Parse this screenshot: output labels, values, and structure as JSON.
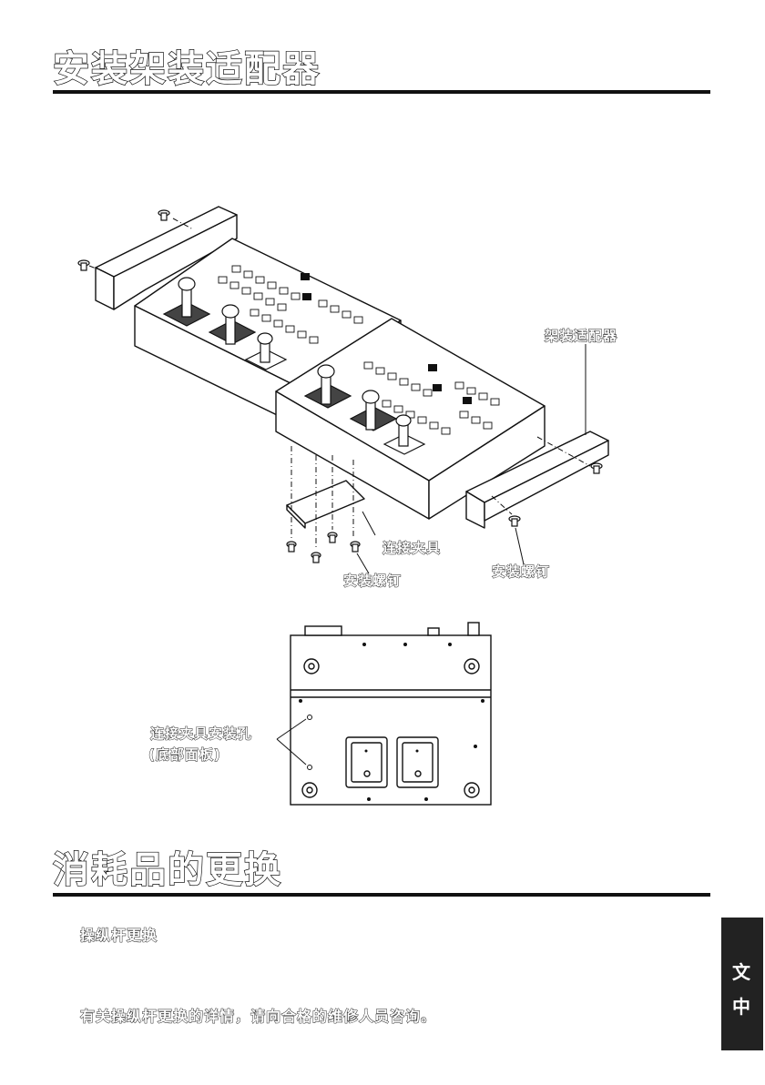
{
  "section1": {
    "title": "安装架装适配器",
    "labels": {
      "rack_adapter": "架装适配器",
      "connecting_bracket": "连接夹具",
      "screws_left": "安装螺钉",
      "screws_right": "安装螺钉",
      "bracket_holes": "连接夹具安装孔",
      "bottom_panel": "(底部面板)"
    }
  },
  "section2": {
    "title": "消耗品的更换",
    "subheading": "操纵杆更换",
    "body": "有关操纵杆更换的详情，请向合格的维修人员咨询。"
  },
  "side_tab": {
    "char1": "文",
    "char2": "中"
  }
}
